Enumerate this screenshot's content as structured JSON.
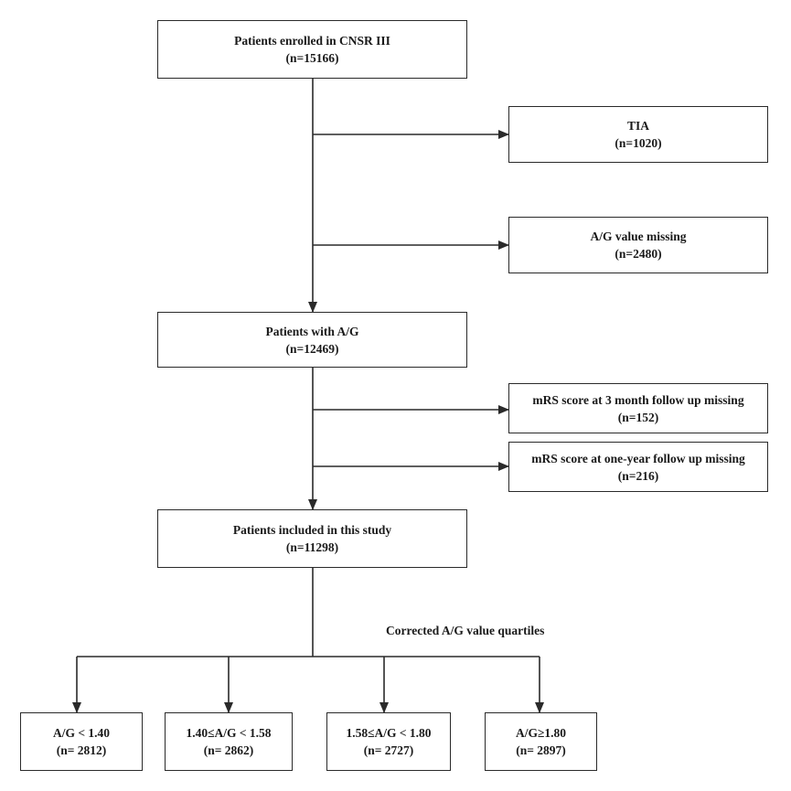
{
  "flowchart": {
    "enrolled": {
      "line1": "Patients enrolled in CNSR III",
      "line2": "(n=15166)"
    },
    "tia": {
      "line1": "TIA",
      "line2": "(n=1020)"
    },
    "ag_missing": {
      "line1": "A/G value missing",
      "line2": "(n=2480)"
    },
    "with_ag": {
      "line1": "Patients with A/G",
      "line2": "(n=12469)"
    },
    "mrs_3month": {
      "line1": "mRS score at  3 month follow up missing",
      "line2": "(n=152)"
    },
    "mrs_oneyear": {
      "line1": "mRS score at one-year follow up missing",
      "line2": "(n=216)"
    },
    "included": {
      "line1": "Patients included in this study",
      "line2": "(n=11298)"
    },
    "quartiles_label": "Corrected A/G value quartiles",
    "quartiles": [
      {
        "line1": "A/G < 1.40",
        "line2": "(n= 2812)"
      },
      {
        "line1": "1.40≤A/G < 1.58",
        "line2": "(n= 2862)"
      },
      {
        "line1": "1.58≤A/G < 1.80",
        "line2": "(n= 2727)"
      },
      {
        "line1": "A/G≥1.80",
        "line2": "(n= 2897)"
      }
    ]
  }
}
